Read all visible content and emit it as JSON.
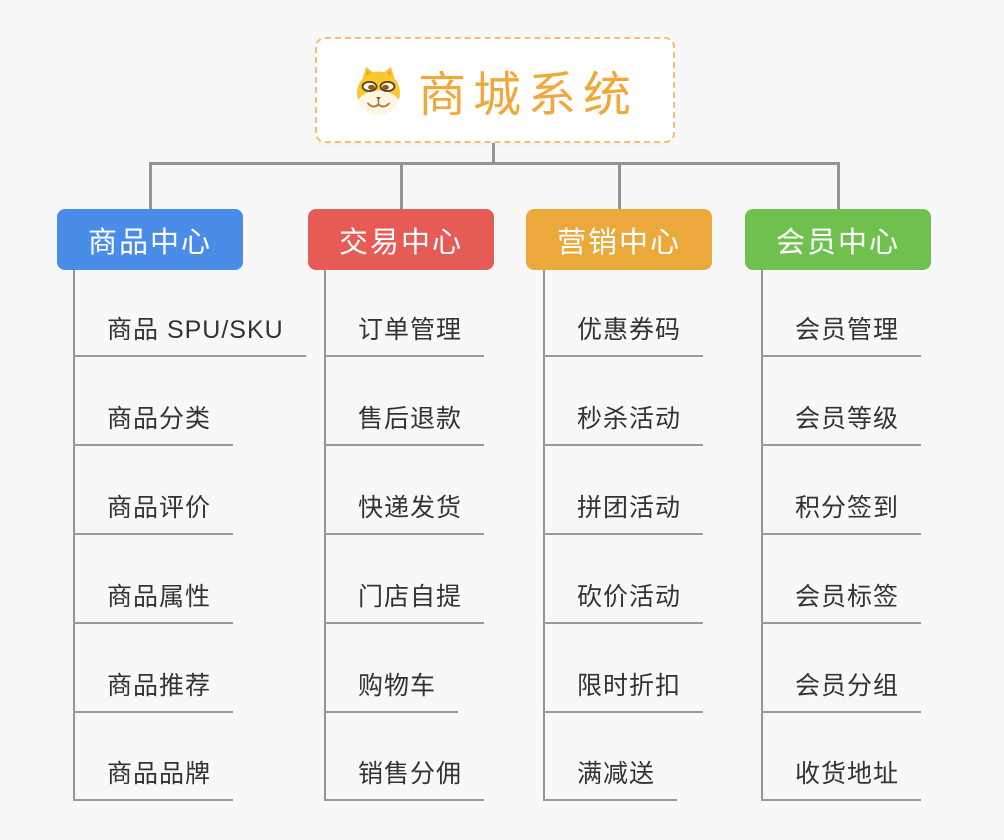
{
  "root": {
    "title": "商城系统",
    "icon": "doge-icon"
  },
  "colors": {
    "canvas_bg": "#f8f8f8",
    "root_text": "#f1a83b",
    "root_border": "#f7bd72",
    "connector": "#949494",
    "leaf_text": "#333333",
    "leaf_underline": "#9a9a9a"
  },
  "branches": [
    {
      "id": "product-center",
      "label": "商品中心",
      "color": "#4a8de9",
      "children": [
        "商品 SPU/SKU",
        "商品分类",
        "商品评价",
        "商品属性",
        "商品推荐",
        "商品品牌"
      ]
    },
    {
      "id": "trade-center",
      "label": "交易中心",
      "color": "#e65b55",
      "children": [
        "订单管理",
        "售后退款",
        "快递发货",
        "门店自提",
        "购物车",
        "销售分佣"
      ]
    },
    {
      "id": "marketing-center",
      "label": "营销中心",
      "color": "#eba93c",
      "children": [
        "优惠券码",
        "秒杀活动",
        "拼团活动",
        "砍价活动",
        "限时折扣",
        "满减送"
      ]
    },
    {
      "id": "member-center",
      "label": "会员中心",
      "color": "#6fc04f",
      "children": [
        "会员管理",
        "会员等级",
        "积分签到",
        "会员标签",
        "会员分组",
        "收货地址"
      ]
    }
  ]
}
